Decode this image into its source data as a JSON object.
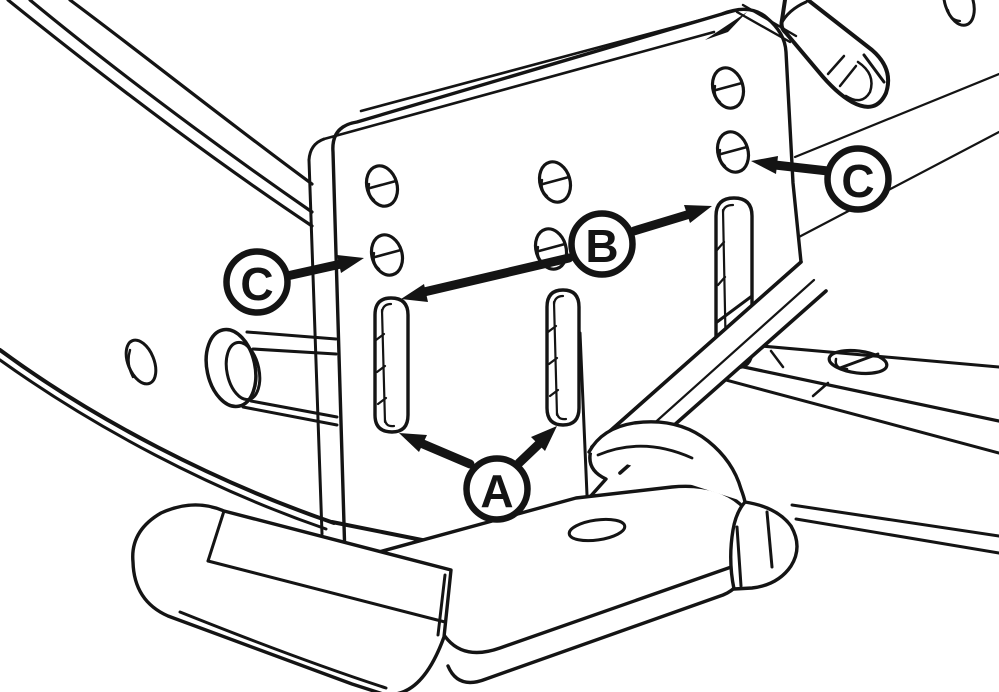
{
  "figure": {
    "background_color": "#ffffff",
    "line_color": "#141414",
    "callouts": [
      {
        "id": "callout-a",
        "label": "A"
      },
      {
        "id": "callout-b",
        "label": "B"
      },
      {
        "id": "callout-c-left",
        "label": "C"
      },
      {
        "id": "callout-c-right",
        "label": "C"
      }
    ]
  }
}
